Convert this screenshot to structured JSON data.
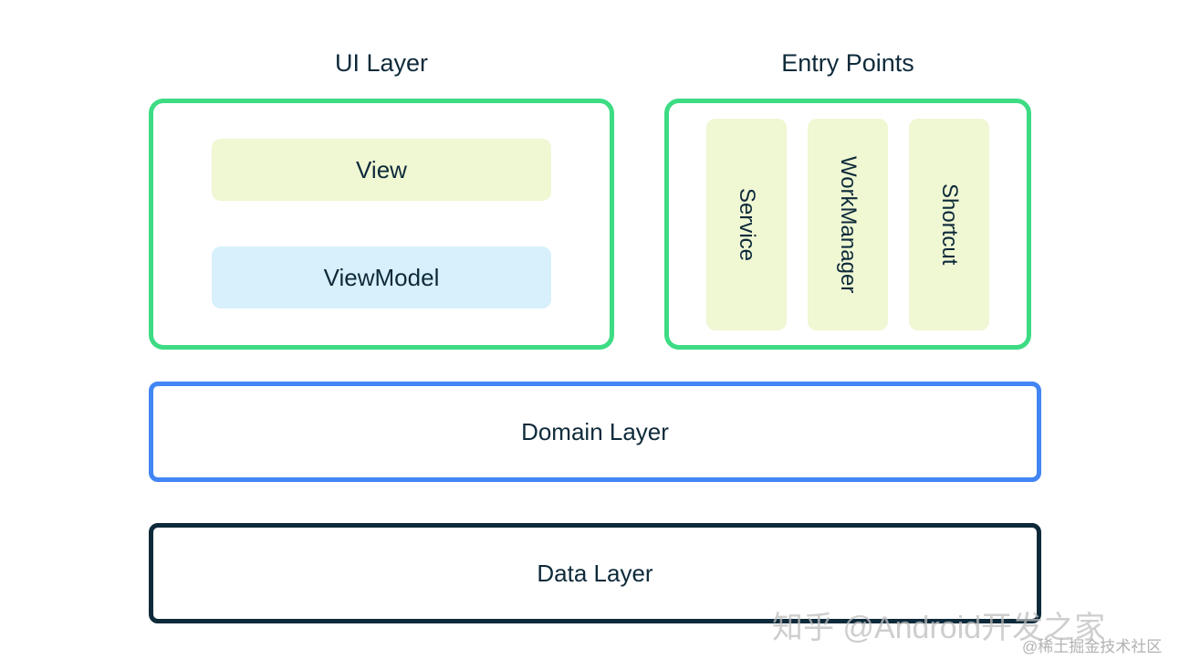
{
  "ui_layer": {
    "title": "UI Layer",
    "view": "View",
    "viewmodel": "ViewModel"
  },
  "entry_points": {
    "title": "Entry Points",
    "items": [
      "Service",
      "WorkManager",
      "Shortcut"
    ]
  },
  "domain_layer": "Domain Layer",
  "data_layer": "Data Layer",
  "watermark": {
    "main": "知乎 @Android开发之家",
    "sub": "@稀土掘金技术社区"
  },
  "colors": {
    "ui_border": "#3ddc84",
    "domain_border": "#4285f4",
    "data_border": "#0e2a3a",
    "view_fill": "#eff7d3",
    "viewmodel_fill": "#d7f0fb"
  }
}
